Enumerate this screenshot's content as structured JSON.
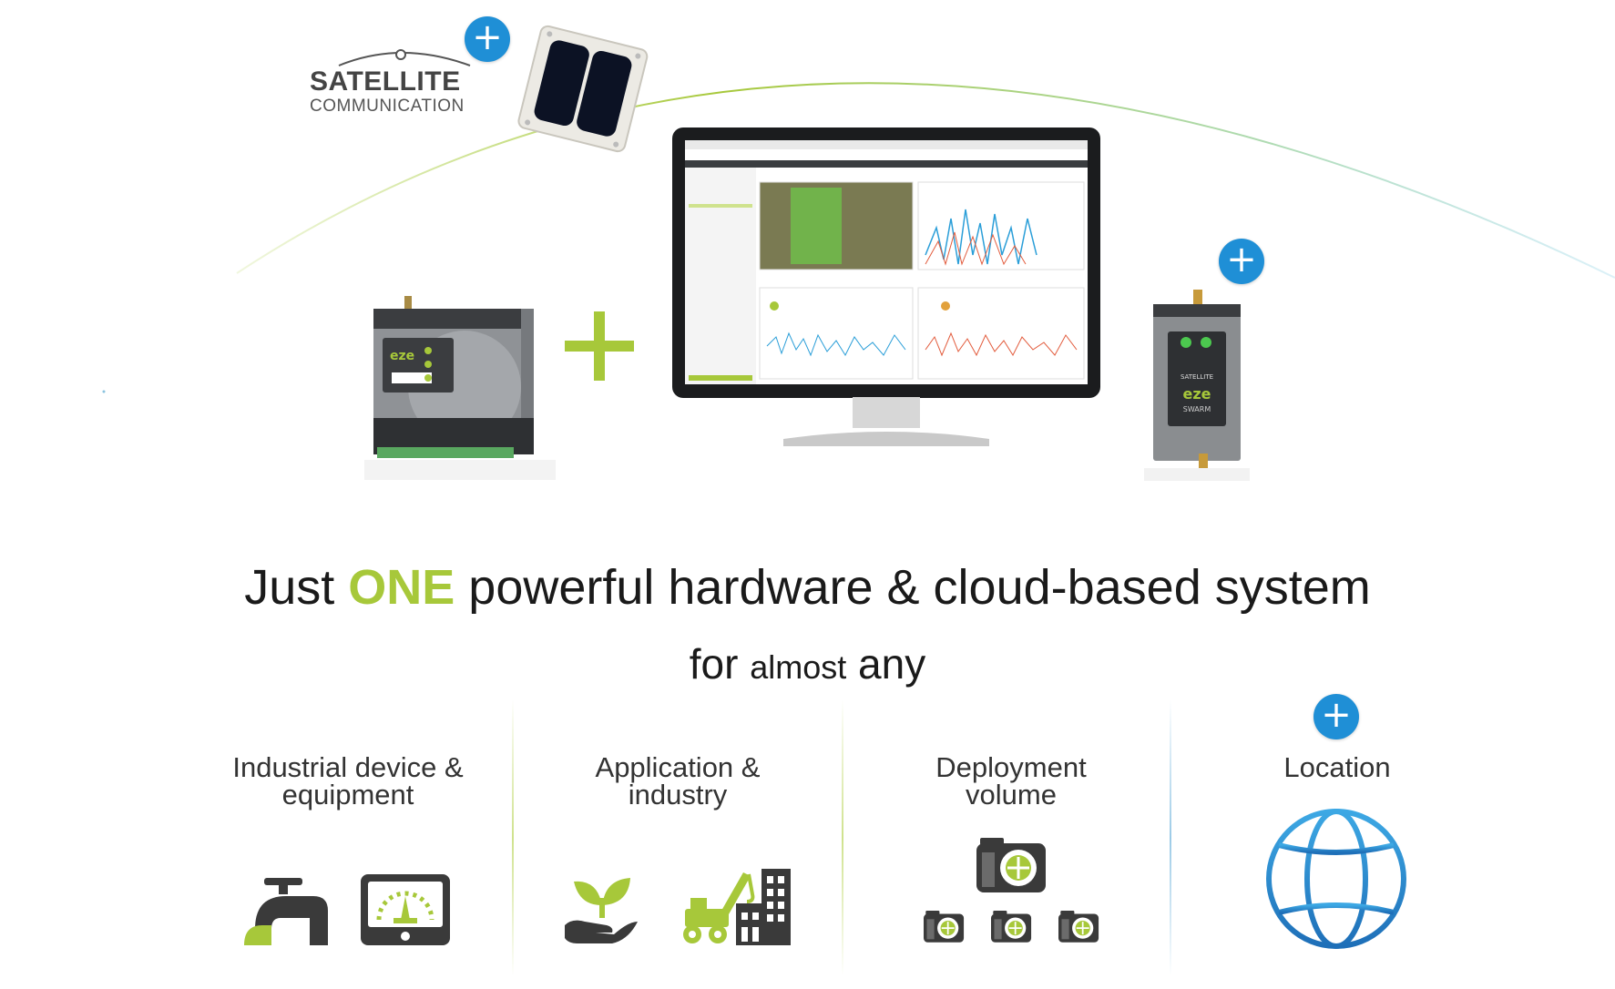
{
  "satellite": {
    "title": "SATELLITE",
    "subtitle": "COMMUNICATION"
  },
  "headline": {
    "pre": "Just ",
    "accent": "ONE",
    "post": " powerful hardware & cloud-based system"
  },
  "subline": {
    "pre": "for ",
    "small": "almost",
    "post": " any"
  },
  "columns": [
    {
      "title_line1": "Industrial device &",
      "title_line2": "equipment"
    },
    {
      "title_line1": "Application &",
      "title_line2": "industry"
    },
    {
      "title_line1": "Deployment",
      "title_line2": "volume"
    },
    {
      "title_line1": "Location",
      "title_line2": ""
    }
  ],
  "badges": {
    "plus": "+"
  },
  "colors": {
    "accent": "#a7c83a",
    "blue": "#1f8fd6",
    "dark": "#3a3a3a"
  }
}
